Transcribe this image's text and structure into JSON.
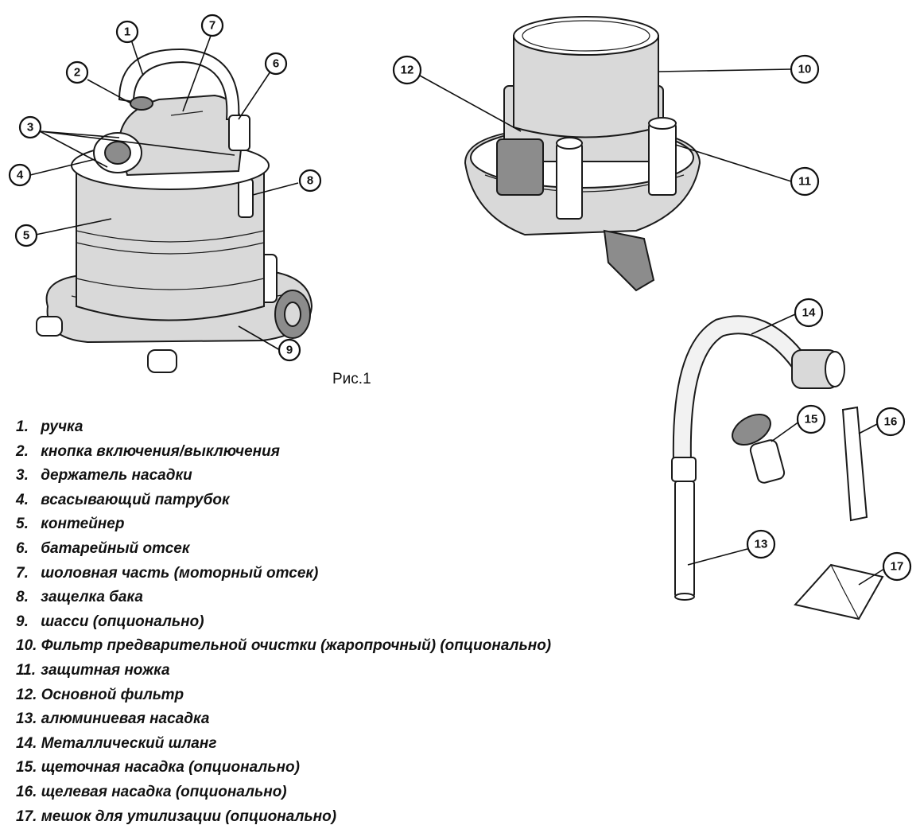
{
  "figure": {
    "caption": "Рис.1",
    "callouts": [
      "1",
      "2",
      "3",
      "4",
      "5",
      "6",
      "7",
      "8",
      "9",
      "10",
      "11",
      "12",
      "13",
      "14",
      "15",
      "16",
      "17"
    ]
  },
  "legend": [
    {
      "num": "1.",
      "text": "ручка"
    },
    {
      "num": "2.",
      "text": "кнопка включения/выключения"
    },
    {
      "num": "3.",
      "text": "держатель  насадки"
    },
    {
      "num": "4.",
      "text": " всасывающий патрубок"
    },
    {
      "num": "5.",
      "text": "контейнер"
    },
    {
      "num": "6.",
      "text": "батарейный отсек"
    },
    {
      "num": "7.",
      "text": " шоловная часть (моторный отсек)"
    },
    {
      "num": "8.",
      "text": " защелка бака"
    },
    {
      "num": "9.",
      "text": "шасси (опционально)"
    },
    {
      "num": "10.",
      "text": "Фильтр предварительной очистки (жаропрочный) (опционально)"
    },
    {
      "num": "11.",
      "text": "защитная ножка"
    },
    {
      "num": "12.",
      "text": "Основной фильтр"
    },
    {
      "num": "13.",
      "text": "алюминиевая насадка"
    },
    {
      "num": "14.",
      "text": "Металлический шланг"
    },
    {
      "num": "15.",
      "text": "щеточная насадка (опционально)"
    },
    {
      "num": "16.",
      "text": "щелевая насадка  (опционально)"
    },
    {
      "num": "17.",
      "text": "мешок для утилизации  (опционально)"
    }
  ]
}
